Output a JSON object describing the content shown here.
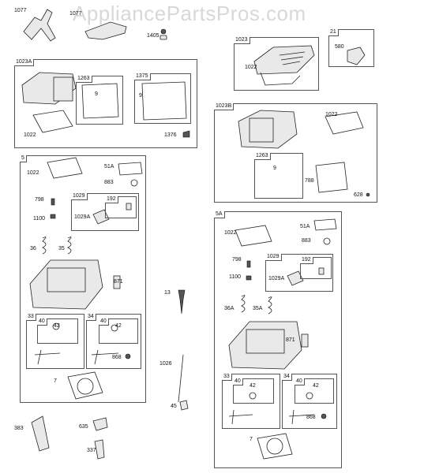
{
  "watermark": "AppliancePartsPros.com",
  "labels": {
    "p1077": "1077",
    "p1077b": "1077",
    "p1405": "1405",
    "p1023": "1023",
    "p1022_top": "1022",
    "p21": "21",
    "p580": "580",
    "p1023A": "1023A",
    "p1263_a": "1263",
    "p9_a": "9",
    "p1375": "1375",
    "p9_b": "9",
    "p1022_a": "1022",
    "p1376": "1376",
    "p1023B": "1023B",
    "p1022_b": "1022",
    "p1263_b": "1263",
    "p9_c": "9",
    "p788": "788",
    "p628": "628",
    "p5": "5",
    "p1022_c": "1022",
    "p51A": "51A",
    "p883": "883",
    "p798": "798",
    "p1029": "1029",
    "p192": "192",
    "p1100": "1100",
    "p1029A": "1029A",
    "p36": "36",
    "p35": "35",
    "p871": "871",
    "p33": "33",
    "p40_a": "40",
    "p42_a": "42",
    "p34": "34",
    "p40_b": "40",
    "p42_b": "42",
    "p868": "868",
    "p7": "7",
    "p13": "13",
    "p1026": "1026",
    "p45": "45",
    "p383": "383",
    "p635": "635",
    "p337": "337",
    "p5A": "5A",
    "p1022_d": "1022",
    "p51A_b": "51A",
    "p883_b": "883",
    "p798_b": "798",
    "p1029_b": "1029",
    "p192_b": "192",
    "p1100_b": "1100",
    "p1029A_b": "1029A",
    "p36A": "36A",
    "p35A": "35A",
    "p871_b": "871",
    "p33_b": "33",
    "p40_c": "40",
    "p42_c": "42",
    "p34_b": "34",
    "p40_d": "40",
    "p42_d": "42",
    "p868_b": "868",
    "p7_b": "7"
  }
}
